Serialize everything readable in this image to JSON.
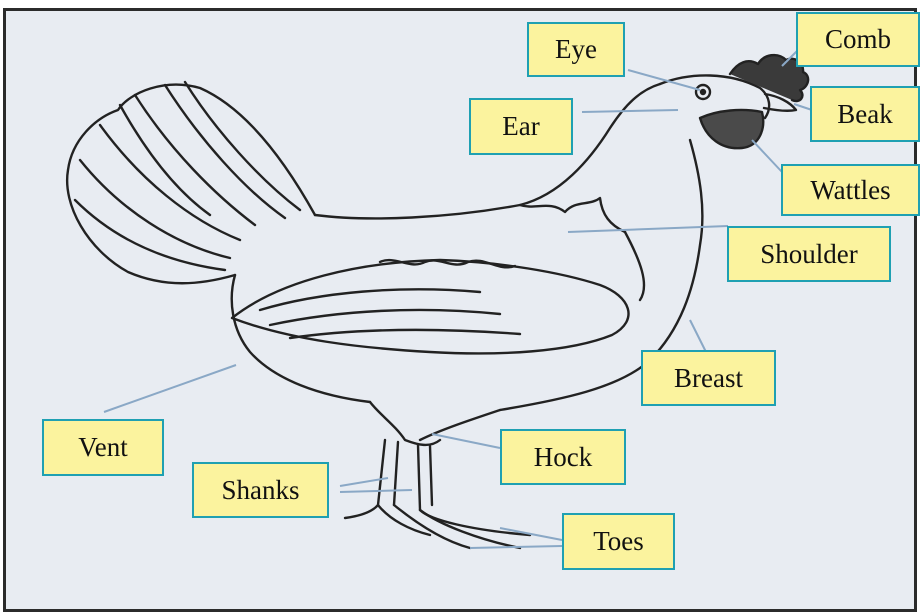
{
  "diagram": {
    "labels": {
      "eye": "Eye",
      "comb": "Comb",
      "ear": "Ear",
      "beak": "Beak",
      "wattles": "Wattles",
      "shoulder": "Shoulder",
      "breast": "Breast",
      "vent": "Vent",
      "hock": "Hock",
      "shanks": "Shanks",
      "toes": "Toes"
    },
    "colors": {
      "label_fill": "#fbf39e",
      "label_border": "#1fa0b2",
      "leader_line": "#8aa8c6",
      "background": "#e8ecf2"
    }
  }
}
